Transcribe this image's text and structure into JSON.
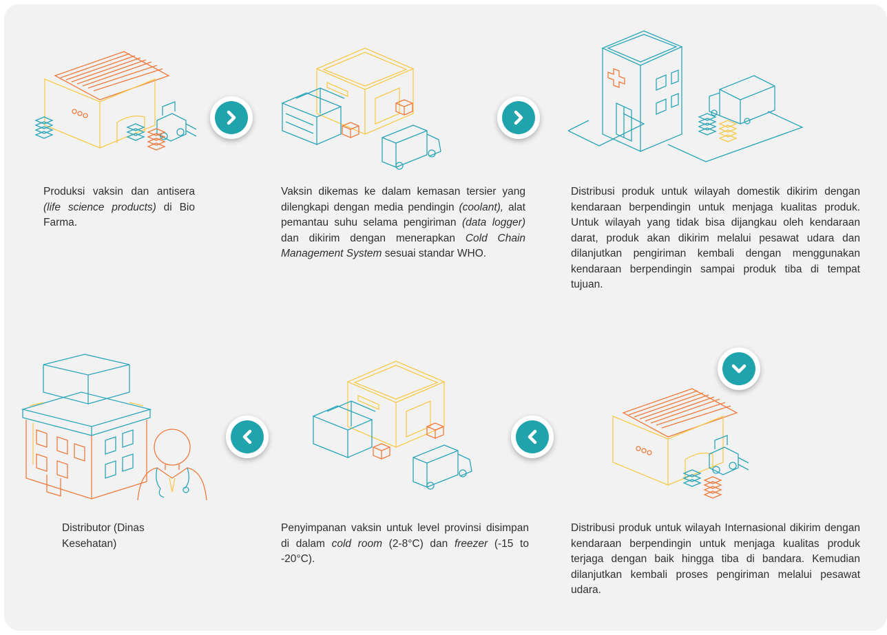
{
  "steps": [
    {
      "id": "step1",
      "text_plain1": "Produksi vaksin dan antisera ",
      "text_italic1": "(life science products)",
      "text_plain2": " di Bio Farma."
    },
    {
      "id": "step2",
      "text_plain1": "Vaksin dikemas ke dalam kemasan tersier yang dilengkapi dengan media pendingin ",
      "text_italic1": "(coolant),",
      "text_plain2": " alat pemantau suhu selama pengiriman ",
      "text_italic2": "(data logger)",
      "text_plain3": " dan dikirim dengan menerapkan ",
      "text_italic3": "Cold Chain Management System",
      "text_plain4": " sesuai standar WHO."
    },
    {
      "id": "step3",
      "text": "Distribusi produk untuk wilayah domestik dikirim dengan kendaraan berpendingin untuk menjaga kualitas produk. Untuk wilayah yang tidak bisa dijangkau oleh kendaraan darat, produk akan dikirim melalui pesawat udara dan dilanjutkan pengiriman kembali dengan menggunakan kendaraan berpendingin sampai produk tiba di tempat tujuan."
    },
    {
      "id": "step4",
      "text": "Distribusi produk untuk wilayah Internasional dikirim dengan kendaraan berpendingin untuk menjaga kualitas produk terjaga dengan baik hingga tiba di bandara. Kemudian dilanjutkan kembali proses pengiriman melalui pesawat udara."
    },
    {
      "id": "step5",
      "text_plain1": "Penyimpanan vaksin untuk level provinsi disimpan di dalam ",
      "text_italic1": "cold room",
      "text_plain2": " (2-8°C) dan ",
      "text_italic2": "freezer",
      "text_plain3": " (-15 to -20°C)."
    },
    {
      "id": "step6",
      "text": "Distributor (Dinas Kesehatan)"
    }
  ],
  "arrows": [
    {
      "direction": "right"
    },
    {
      "direction": "right"
    },
    {
      "direction": "down"
    },
    {
      "direction": "left"
    },
    {
      "direction": "left"
    }
  ],
  "colors": {
    "panel": "#f2f2f2",
    "arrow": "#1fa3ad",
    "orange": "#f07a3c",
    "yellow": "#f7c94b",
    "teal": "#2aa5b8"
  },
  "icons": [
    "factory-icon",
    "warehouse-icon",
    "hospital-icon",
    "factory-icon",
    "warehouse-icon",
    "office-doctor-icon"
  ]
}
